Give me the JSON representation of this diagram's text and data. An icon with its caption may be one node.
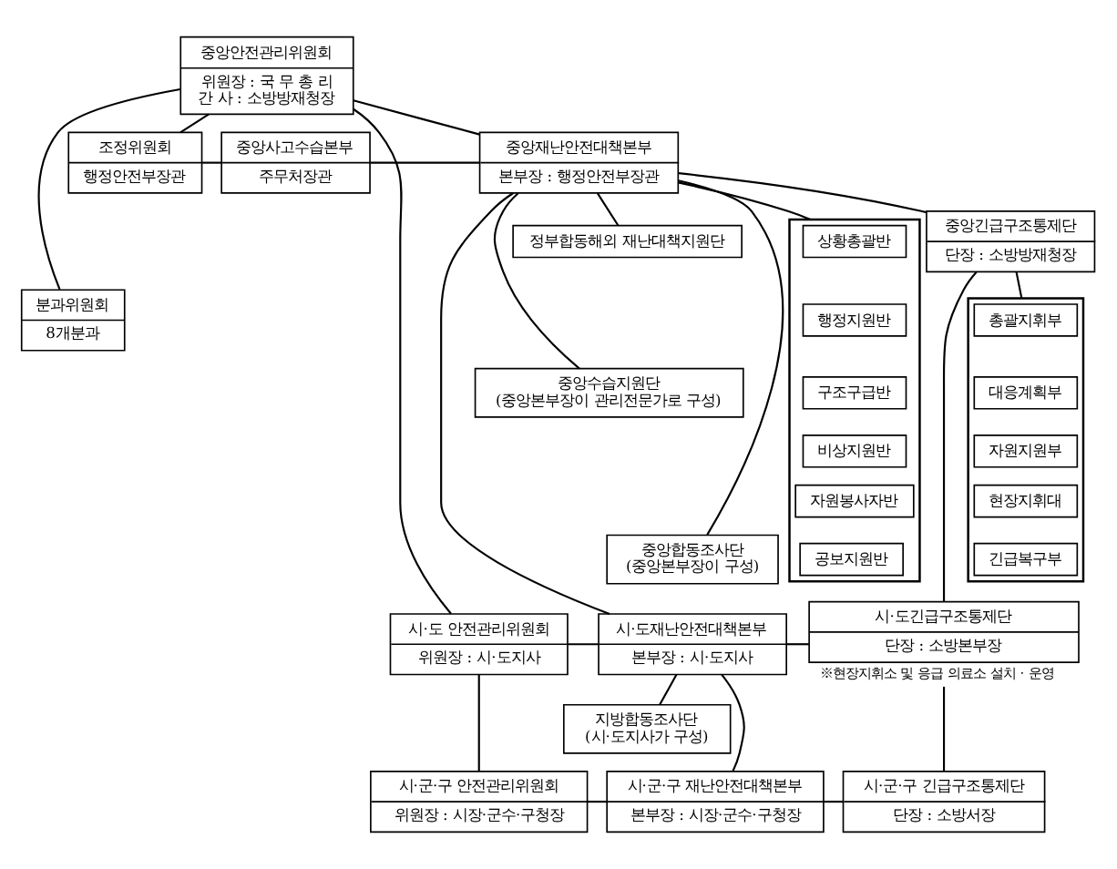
{
  "diagram": {
    "nodes": [
      {
        "text": [
          "중앙안전관리위원회",
          "위원장 : 국 무 총 리",
          "간 사 : 소방방재청장"
        ]
      },
      {
        "text": [
          "조정위원회",
          "행정안전부장관"
        ]
      },
      {
        "text": [
          "중앙사고수습본부",
          "주무처장관"
        ]
      },
      {
        "text": [
          "중앙재난안전대책본부",
          "본부장 : 행정안전부장관"
        ]
      },
      {
        "text": [
          "중앙긴급구조통제단",
          "단장 : 소방방재청장"
        ]
      },
      {
        "text": [
          "정부합동해외 재난대책지원단"
        ]
      },
      {
        "text": [],
        "shape": "box"
      },
      {
        "text": [
          "상황총괄반"
        ],
        "in": 6
      },
      {
        "text": [
          "행정지원반"
        ],
        "in": 6
      },
      {
        "text": [
          "구조구급반"
        ],
        "in": 6
      },
      {
        "text": [
          "비상지원반"
        ],
        "in": 6
      },
      {
        "text": [
          "자원봉사자반"
        ],
        "in": 6
      },
      {
        "text": [
          "공보지원반"
        ],
        "in": 6
      },
      {
        "text": [
          "분과위원회",
          "8개분과"
        ]
      },
      {
        "text": [],
        "shape": "box"
      },
      {
        "text": [
          "총괄지휘부"
        ],
        "in": 14
      },
      {
        "text": [
          "대응계획부"
        ],
        "in": 14
      },
      {
        "text": [
          "자원지원부"
        ],
        "in": 14
      },
      {
        "text": [
          "현장지휘대"
        ],
        "in": 14
      },
      {
        "text": [
          "긴급복구부"
        ],
        "in": 14
      },
      {
        "text": [
          "중앙수습지원단",
          "(중앙본부장이 관리전문가로 구성)"
        ]
      },
      {
        "text": [
          "중앙합동조사단",
          "(중앙본부장이 구성)"
        ]
      },
      {
        "text": [
          "시·도 안전관리위원회",
          "위원장 : 시·도지사"
        ]
      },
      {
        "text": [
          "시·도재난안전대책본부",
          "본부장 : 시·도지사"
        ]
      },
      {
        "text": [
          "시·도긴급구조통제단",
          "단장 : 소방본부장"
        ],
        "beside": [
          "※현장지휘소 및 응급 의료소 설치 · 운영"
        ]
      },
      {
        "text": [
          "지방합동조사단",
          "(시·도지사가 구성)"
        ]
      },
      {
        "text": [
          "시·군·구 안전관리위원회",
          "위원장 : 시장·군수·구청장"
        ]
      },
      {
        "text": [
          "시·군·구 재난안전대책본부",
          "본부장 : 시장·군수·구청장"
        ]
      },
      {
        "text": [
          "시·군·구 긴급구조통제단",
          "단장 : 소방서장"
        ]
      }
    ],
    "edges": [
      {
        "from": 0,
        "to": 3,
        "arrow": "none"
      },
      {
        "from": 0,
        "to": 1,
        "arrow": "none"
      },
      {
        "from": 1,
        "to": 2,
        "arrow": "none"
      },
      {
        "from": 2,
        "to": 3,
        "arrow": "none"
      },
      {
        "from": 3,
        "to": 4,
        "arrow": "none"
      },
      {
        "from": 3,
        "to": 5,
        "arrow": "none"
      },
      {
        "from": 3,
        "to": 20,
        "arrow": "none"
      },
      {
        "from": 3,
        "to": 6,
        "arrow": "none"
      },
      {
        "from": 0,
        "to": 13,
        "arrow": "none"
      },
      {
        "from": 4,
        "to": 14,
        "arrow": "none"
      },
      {
        "from": 3,
        "to": 21,
        "arrow": "none"
      },
      {
        "from": 0,
        "to": 22,
        "arrow": "none"
      },
      {
        "from": 3,
        "to": 23,
        "arrow": "none"
      },
      {
        "from": 4,
        "to": 24,
        "arrow": "none"
      },
      {
        "from": 22,
        "to": 23,
        "arrow": "none"
      },
      {
        "from": 23,
        "to": 24,
        "arrow": "none"
      },
      {
        "from": 23,
        "to": 25,
        "arrow": "none"
      },
      {
        "from": 22,
        "to": 26,
        "arrow": "none"
      },
      {
        "from": 23,
        "to": 27,
        "arrow": "none"
      },
      {
        "from": 24,
        "to": 28,
        "arrow": "none"
      },
      {
        "from": 26,
        "to": 27,
        "arrow": "none"
      },
      {
        "from": 27,
        "to": 28,
        "arrow": "none"
      }
    ]
  }
}
